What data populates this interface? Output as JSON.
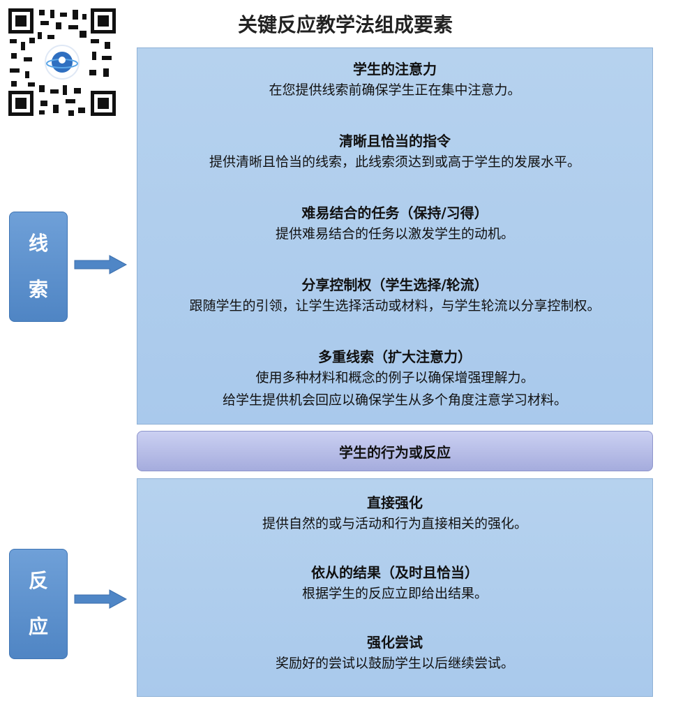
{
  "title": "关键反应教学法组成要素",
  "cues": {
    "side_label_1": "线",
    "side_label_2": "索",
    "sections": [
      {
        "title": "学生的注意力",
        "desc": [
          "在您提供线索前确保学生正在集中注意力。"
        ]
      },
      {
        "title": "清晰且恰当的指令",
        "desc": [
          "提供清晰且恰当的线索，此线索须达到或高于学生的发展水平。"
        ]
      },
      {
        "title": "难易结合的任务（保持/习得）",
        "desc": [
          "提供难易结合的任务以激发学生的动机。"
        ]
      },
      {
        "title": "分享控制权（学生选择/轮流）",
        "desc": [
          "跟随学生的引领，让学生选择活动或材料，与学生轮流以分享控制权。"
        ]
      },
      {
        "title": "多重线索（扩大注意力）",
        "desc": [
          "使用多种材料和概念的例子以确保增强理解力。",
          "给学生提供机会回应以确保学生从多个角度注意学习材料。"
        ]
      }
    ]
  },
  "middle": {
    "label": "学生的行为或反应"
  },
  "response": {
    "side_label_1": "反",
    "side_label_2": "应",
    "sections": [
      {
        "title": "直接强化",
        "desc": [
          "提供自然的或与活动和行为直接相关的强化。"
        ]
      },
      {
        "title": "依从的结果（及时且恰当）",
        "desc": [
          "根据学生的反应立即给出结果。"
        ]
      },
      {
        "title": "强化尝试",
        "desc": [
          "奖励好的尝试以鼓励学生以后继续尝试。"
        ]
      }
    ]
  },
  "colors": {
    "panel": "#aecdee",
    "middle_bar": "#b4bae6",
    "side_box": "#5a8fcd",
    "arrow": "#4f86c6"
  }
}
